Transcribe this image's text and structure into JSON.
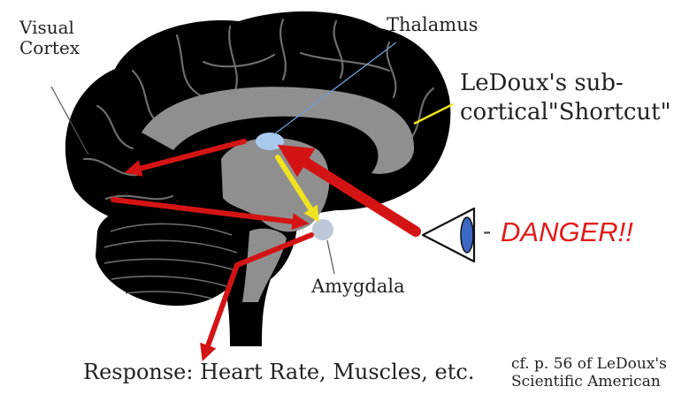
{
  "labels": {
    "visual_cortex_line1": "Visual",
    "visual_cortex_line2": "Cortex",
    "thalamus": "Thalamus",
    "ledoux_line1": "LeDoux's sub-",
    "ledoux_line2": "cortical\"Shortcut\"",
    "amygdala": "Amygdala",
    "danger": "DANGER!!",
    "response": "Response: Heart Rate, Muscles, etc.",
    "citation_line1": "cf. p. 56 of LeDoux's",
    "citation_line2": "Scientific American"
  },
  "colors": {
    "brain_fill": "#000000",
    "brain_inner": "#8f8f8f",
    "pathway_red": "#d41414",
    "shortcut_yellow": "#f2e31f",
    "eye_blue": "#3c67c4",
    "danger_red": "#e11b1b"
  }
}
